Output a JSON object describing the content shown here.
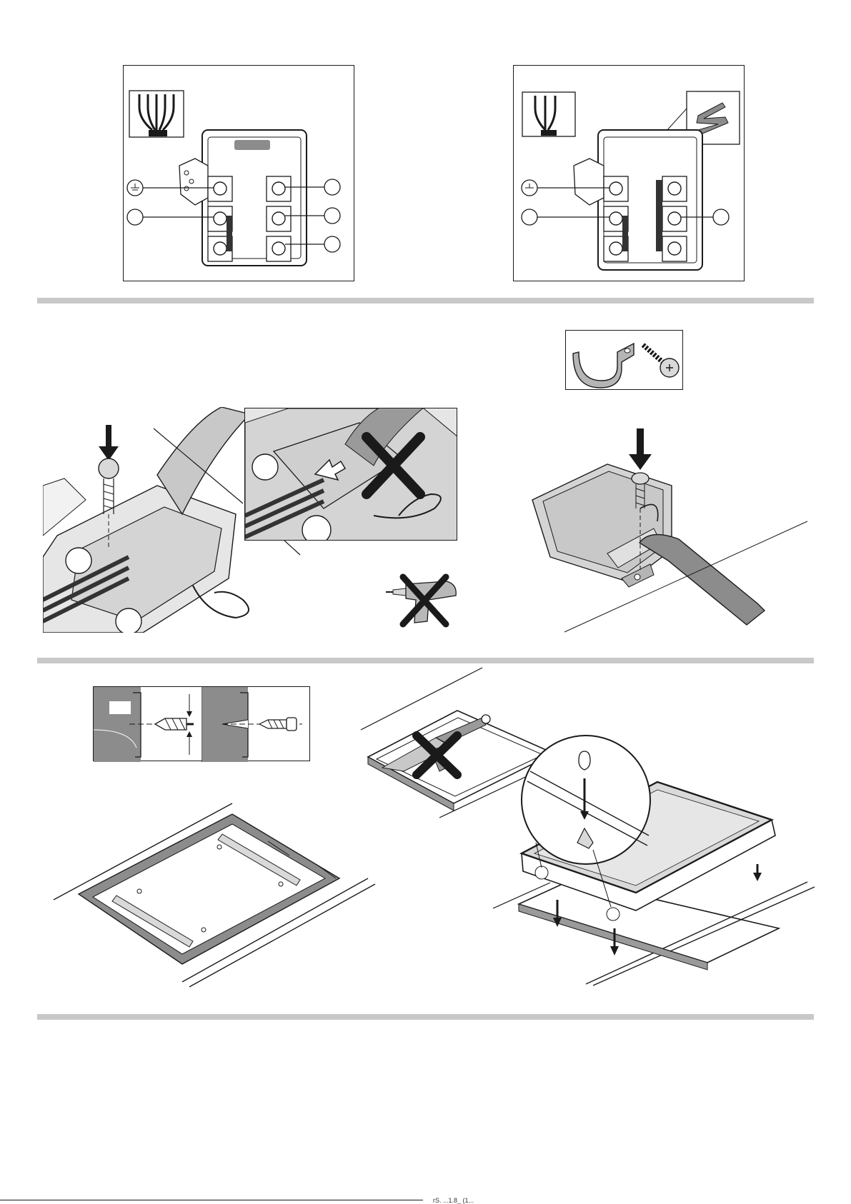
{
  "page": {
    "footer_code": "rS. ...1.8_ (1..."
  },
  "figures": {
    "terminal_4wire": {
      "label": "4-wire terminal block connection"
    },
    "terminal_3wire": {
      "label": "3-wire terminal block connection with bridge"
    },
    "cable_clamp": {
      "label": "Cable clamp and screw"
    },
    "screw_insert": {
      "label": "Screw insertion into terminal cover"
    },
    "no_screwdriver_in_slot": {
      "label": "Do not push cable with tool"
    },
    "no_power_drill": {
      "label": "Do not use power drill"
    },
    "clamp_mount": {
      "label": "Fixing cable clamp to housing"
    },
    "pilot_hole": {
      "label": "Pilot hole and screw"
    },
    "no_sealant": {
      "label": "Do not use sealant gun"
    },
    "bracket_install": {
      "label": "Brackets in worktop cut-out"
    },
    "hob_insert": {
      "label": "Inserting hob into cut-out"
    }
  },
  "colors": {
    "line": "#1a1a1a",
    "grey_fill": "#8c8c8c",
    "light_grey": "#d9d9d9",
    "divider": "#c8c8c8"
  }
}
